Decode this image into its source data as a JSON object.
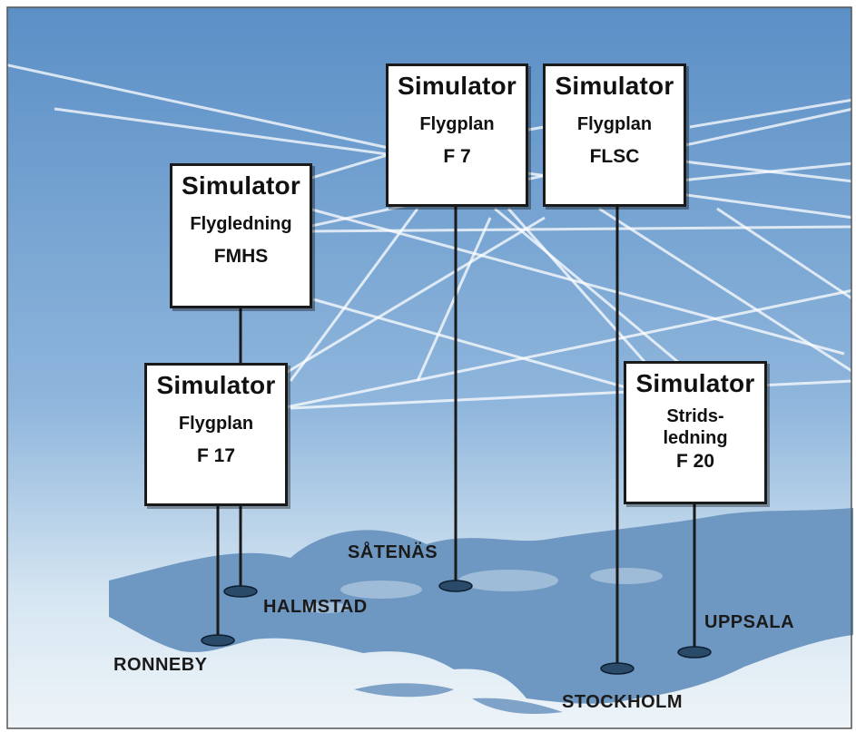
{
  "nodes": [
    {
      "id": "fmhs",
      "title": "Simulator",
      "sub": "Flygledning",
      "code": "FMHS"
    },
    {
      "id": "f7",
      "title": "Simulator",
      "sub": "Flygplan",
      "code": "F 7"
    },
    {
      "id": "flsc",
      "title": "Simulator",
      "sub": "Flygplan",
      "code": "FLSC"
    },
    {
      "id": "f17",
      "title": "Simulator",
      "sub": "Flygplan",
      "code": "F 17"
    },
    {
      "id": "f20",
      "title": "Simulator",
      "sub": "Strids-\nledning",
      "code": "F 20"
    }
  ],
  "cities": {
    "satenas": "SÅTENÄS",
    "halmstad": "HALMSTAD",
    "ronneby": "RONNEBY",
    "uppsala": "UPPSALA",
    "stockholm": "STOCKHOLM"
  },
  "colors": {
    "sky_top": "#5f93c9",
    "sky_bottom": "#cfe2f0",
    "land": "#6e97c1",
    "pin": "#2a4a6a",
    "box_border": "#1a1a1a"
  }
}
